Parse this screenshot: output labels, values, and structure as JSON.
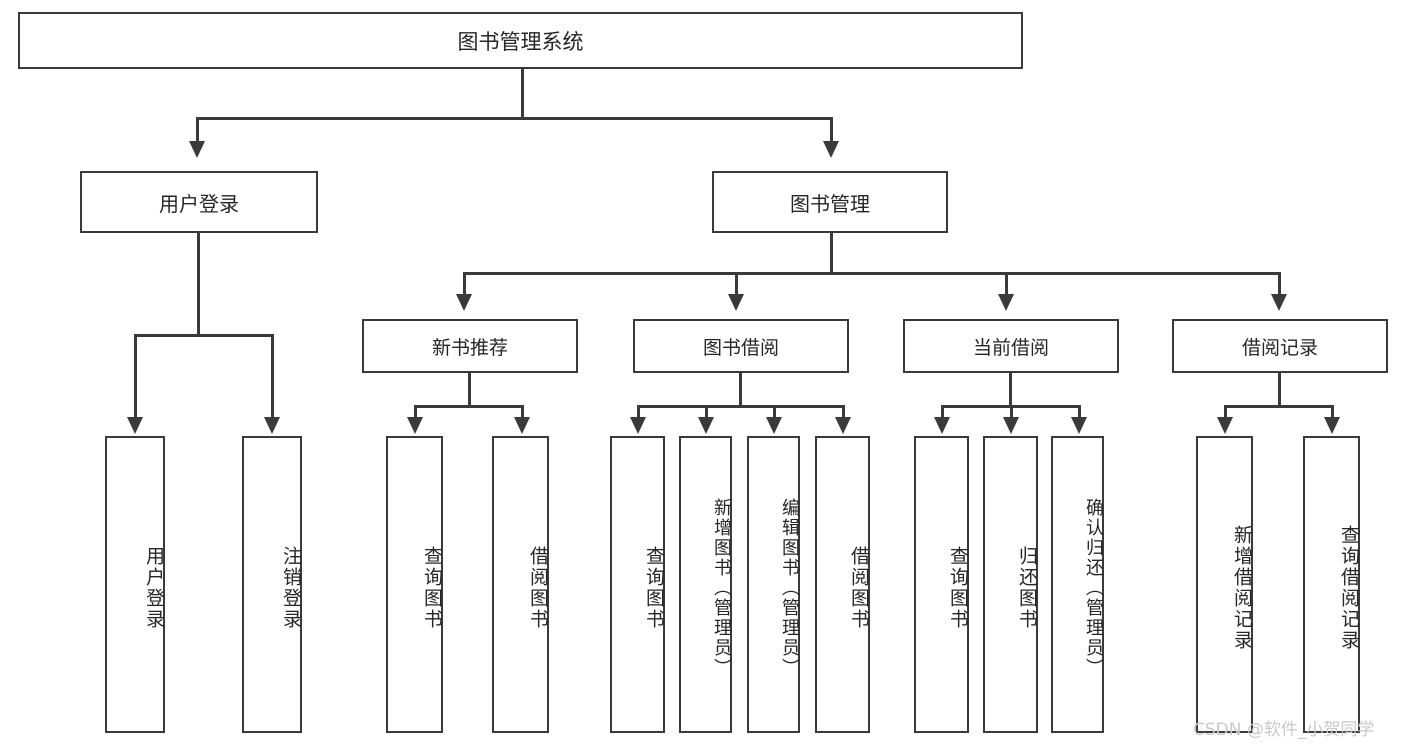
{
  "diagram": {
    "title": "图书管理系统",
    "type": "hierarchy-tree",
    "root": {
      "label": "图书管理系统"
    },
    "level1": [
      {
        "label": "用户登录"
      },
      {
        "label": "图书管理"
      }
    ],
    "level2": [
      {
        "label": "新书推荐"
      },
      {
        "label": "图书借阅"
      },
      {
        "label": "当前借阅"
      },
      {
        "label": "借阅记录"
      }
    ],
    "leaves_user_login": [
      {
        "label": "用户登录"
      },
      {
        "label": "注销登录"
      }
    ],
    "leaves_new_book": [
      {
        "label": "查询图书"
      },
      {
        "label": "借阅图书"
      }
    ],
    "leaves_borrow": [
      {
        "label": "查询图书"
      },
      {
        "label": "新增图书（管理员）"
      },
      {
        "label": "编辑图书（管理员）"
      },
      {
        "label": "借阅图书"
      }
    ],
    "leaves_current": [
      {
        "label": "查询图书"
      },
      {
        "label": "归还图书"
      },
      {
        "label": "确认归还（管理员）"
      }
    ],
    "leaves_record": [
      {
        "label": "新增借阅记录"
      },
      {
        "label": "查询借阅记录"
      }
    ]
  },
  "watermark": {
    "text": "CSDN @软件_小贺同学"
  },
  "colors": {
    "stroke": "#3a3a3a",
    "text": "#262626",
    "background": "#ffffff",
    "watermark": "#c9c9c9"
  }
}
